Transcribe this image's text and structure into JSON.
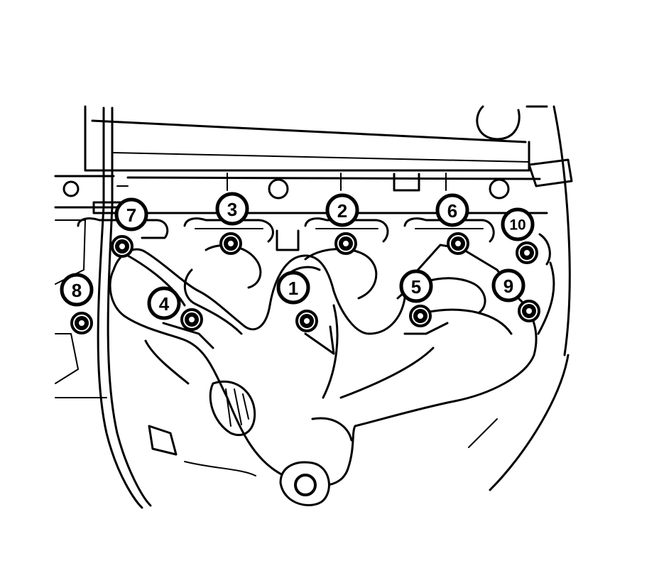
{
  "callouts": [
    {
      "label": "1",
      "bolt": 1
    },
    {
      "label": "2",
      "bolt": 2
    },
    {
      "label": "3",
      "bolt": 3
    },
    {
      "label": "4",
      "bolt": 4
    },
    {
      "label": "5",
      "bolt": 5
    },
    {
      "label": "6",
      "bolt": 6
    },
    {
      "label": "7",
      "bolt": 7
    },
    {
      "label": "8",
      "bolt": 8
    },
    {
      "label": "9",
      "bolt": 9
    },
    {
      "label": "10",
      "bolt": 10
    }
  ]
}
